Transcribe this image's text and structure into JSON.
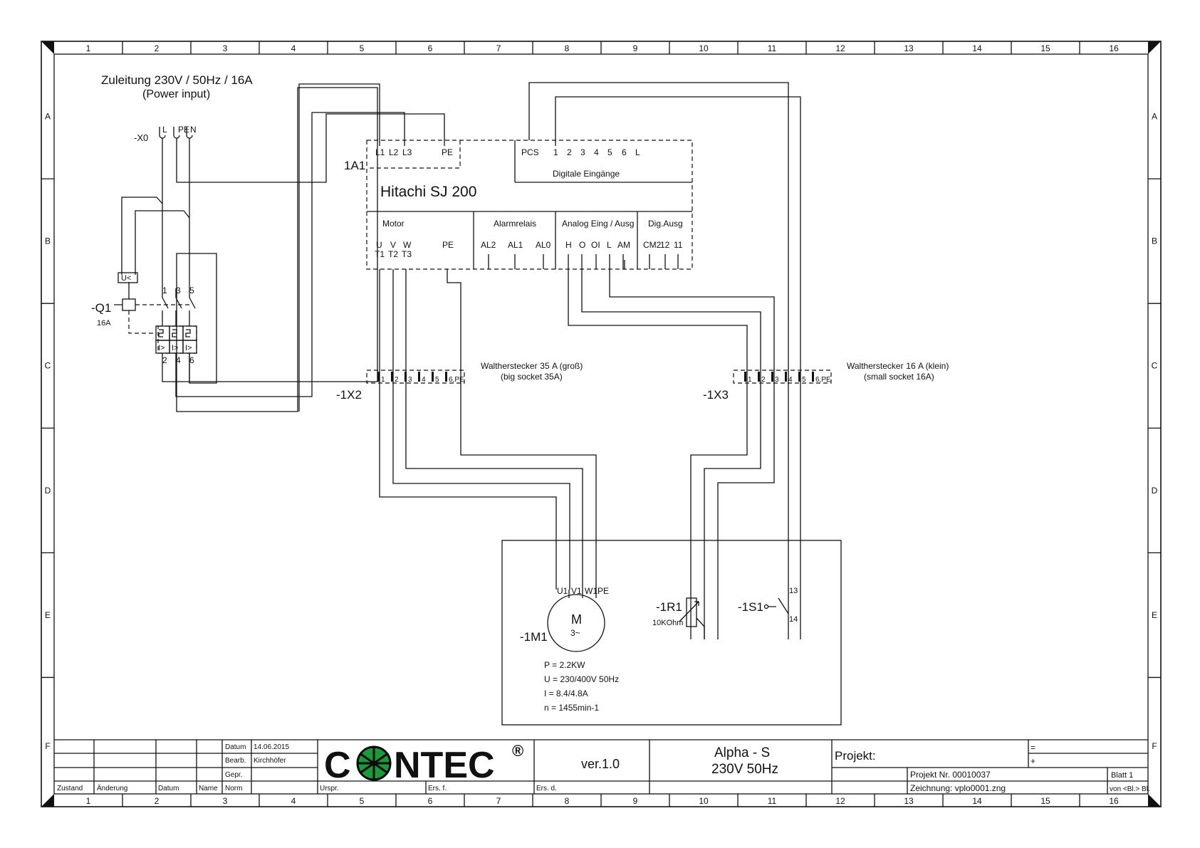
{
  "frame": {
    "columns": [
      "1",
      "2",
      "3",
      "4",
      "5",
      "6",
      "7",
      "8",
      "9",
      "10",
      "11",
      "12",
      "13",
      "14",
      "15",
      "16"
    ],
    "rows": [
      "A",
      "B",
      "C",
      "D",
      "E",
      "F"
    ]
  },
  "supply": {
    "title": "Zuleitung 230V / 50Hz / 16A",
    "subtitle": "(Power input)",
    "tag": "-X0",
    "terminals": [
      "L",
      "PE",
      "N"
    ]
  },
  "breaker": {
    "tag": "-Q1",
    "rating": "16A",
    "undervoltage": "U<",
    "top_poles": [
      "1",
      "3",
      "5"
    ],
    "bottom_poles": [
      "2",
      "4",
      "6"
    ],
    "trip": "I>"
  },
  "inverter": {
    "tag": "1A1",
    "name": "Hitachi SJ 200",
    "power_terminals": [
      "L1",
      "L2",
      "L3",
      "PE"
    ],
    "input_common": "PCS",
    "input_terminals": [
      "1",
      "2",
      "3",
      "4",
      "5",
      "6",
      "L"
    ],
    "input_label": "Digitale Eingänge",
    "motor_label": "Motor",
    "motor_terms_top": [
      "U",
      "V",
      "W",
      "PE"
    ],
    "motor_terms_bottom": [
      "T1",
      "T2",
      "T3"
    ],
    "alarm_label": "Alarmrelais",
    "alarm_terms": [
      "AL2",
      "AL1",
      "AL0"
    ],
    "analog_label": "Analog Eing / Ausg",
    "analog_terms": [
      "H",
      "O",
      "OI",
      "L",
      "AM"
    ],
    "dig_label": "Dig.Ausg",
    "dig_terms": [
      "CM2",
      "12",
      "11"
    ]
  },
  "connector_big": {
    "tag": "-1X2",
    "title": "Walthersteckег 35 A (groß)",
    "subtitle": "(big socket 35A)",
    "pins": [
      "1",
      "2",
      "3",
      "4",
      "5",
      "6,PE"
    ]
  },
  "connector_small": {
    "tag": "-1X3",
    "title": "Walthersteckег 16 A (klein)",
    "subtitle": "(small socket 16A)",
    "pins": [
      "1",
      "2",
      "3",
      "4",
      "5",
      "6,PE"
    ]
  },
  "motor": {
    "tag": "-1M1",
    "symbol": "M",
    "phase": "3~",
    "terminals": [
      "U1",
      "V1",
      "W1",
      "PE"
    ],
    "specs": [
      "P = 2.2KW",
      "U = 230/400V 50Hz",
      "I = 8.4/4.8A",
      "n = 1455min-1"
    ]
  },
  "potentiometer": {
    "tag": "-1R1",
    "value": "10KOhm"
  },
  "switch": {
    "tag": "-1S1",
    "pin_top": "13",
    "pin_bottom": "14"
  },
  "title_block": {
    "datum_label": "Datum",
    "datum": "14.06.2015",
    "bearb_label": "Bearb.",
    "bearb": "Kirchhöfer",
    "gepr_label": "Gepr.",
    "norm_label": "Norm",
    "zustand_label": "Zustand",
    "aenderung_label": "Änderung",
    "datum2_label": "Datum",
    "name_label": "Name",
    "urspr_label": "Urspr.",
    "ersf_label": "Ers. f.",
    "ersd_label": "Ers. d.",
    "logo": "CONTEC",
    "logo_mark": "®",
    "version": "ver.1.0",
    "product": "Alpha - S",
    "product_sub": "230V 50Hz",
    "projekt_label": "Projekt:",
    "eq": "=",
    "plus": "+",
    "projekt_nr": "Projekt Nr. 00010037",
    "zeichnung": "Zeichnung: vplo0001.zng",
    "blatt": "Blatt 1",
    "von": "von <Bl.> Bl."
  },
  "colors": {
    "ink": "#111111",
    "logo_green": "#1a9a3a",
    "logo_dark": "#0a0a0a"
  }
}
